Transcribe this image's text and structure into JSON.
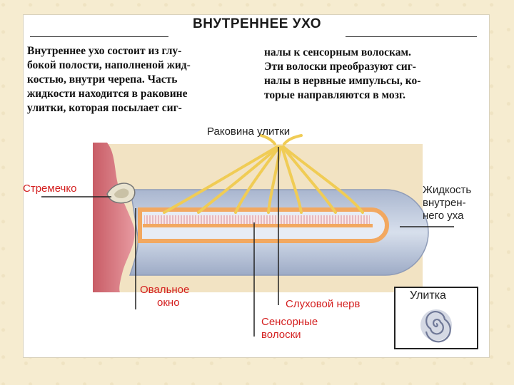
{
  "title": "ВНУТРЕННЕЕ УХО",
  "text_left": [
    "Внутреннее ухо состоит из глу-",
    "бокой полости, наполненой жид-",
    "костью, внутри черепа. Часть",
    "жидкости находится в раковине",
    "улитки,  которая посылает сиг-"
  ],
  "text_right": [
    "налы к сенсорным волоскам.",
    "Эти волоски преобразуют сиг-",
    "налы в нервные импульсы, ко-",
    "торые направляются в мозг."
  ],
  "labels": {
    "cochlea_shell": "Раковина улитки",
    "stapes": "Стремечко",
    "fluid_line1": "Жидкость",
    "fluid_line2": "внутрен-",
    "fluid_line3": "него уха",
    "oval_window_line1": "Овальное",
    "oval_window_line2": "окно",
    "auditory_nerve": "Слуховой нерв",
    "hairs_line1": "Сенсорные",
    "hairs_line2": "волоски",
    "inset_title": "Улитка"
  },
  "colors": {
    "label_red": "#d42020",
    "fluid_blue": "#bcc7da",
    "membrane_orange": "#f2a860",
    "nerve_yellow": "#f0cc55",
    "tissue_tan": "#f2e3c3",
    "bone_pink": "#d8737a"
  }
}
